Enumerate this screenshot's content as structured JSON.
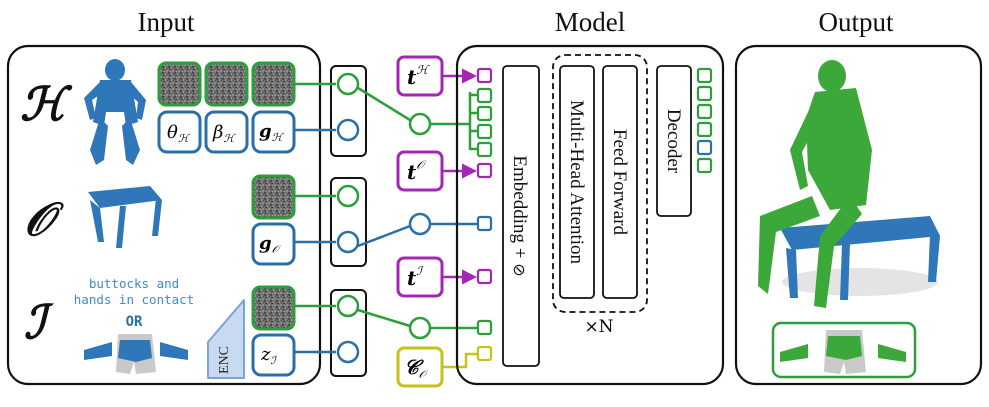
{
  "headers": {
    "input": "Input",
    "model": "Model",
    "output": "Output"
  },
  "modalities": {
    "human": "ℋ",
    "object": "𝒪",
    "interaction": "ℐ"
  },
  "human_params": {
    "theta": "θ",
    "theta_sub": "ℋ",
    "beta": "β",
    "beta_sub": "ℋ",
    "g": "g",
    "g_sub": "ℋ"
  },
  "object_params": {
    "g": "g",
    "g_sub": "𝒪"
  },
  "interaction_params": {
    "z": "z",
    "z_sub": "ℐ",
    "enc": "ENC"
  },
  "interaction_text": {
    "line1": "buttocks and",
    "line2": "hands in contact",
    "or": "OR"
  },
  "tokens": {
    "t": "t",
    "human_sup": "ℋ",
    "object_sup": "𝒪",
    "interaction_sup": "ℐ",
    "c": "𝒞",
    "c_sub": "𝒪"
  },
  "model": {
    "embedding": "Embedding + ",
    "attention": "Multi-Head Attention",
    "feedforward": "Feed Forward",
    "decoder": "Decoder",
    "repeat": "×N"
  },
  "colors": {
    "green": "#2c9e3a",
    "blue": "#2a6fa8",
    "purple": "#a326b5",
    "yellow": "#c5c218",
    "human_mesh": "#2f77b8",
    "output_mesh": "#3ca83a"
  }
}
